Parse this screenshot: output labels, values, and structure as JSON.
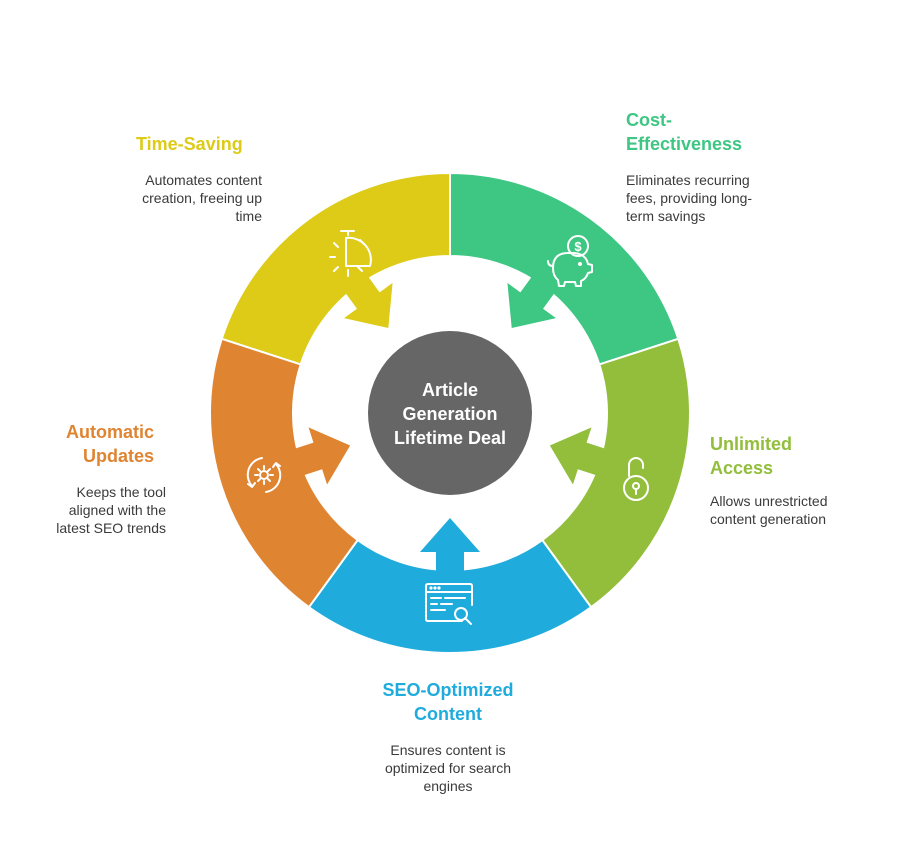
{
  "center": {
    "lines": [
      "Article",
      "Generation",
      "Lifetime Deal"
    ]
  },
  "colors": {
    "time_saving": "#DDCB18",
    "cost_effectiveness": "#3EC683",
    "unlimited_access": "#92BE3B",
    "seo_optimized": "#1FACDC",
    "automatic_updates": "#DF8431",
    "center": "#666666"
  },
  "segments": {
    "time_saving": {
      "title_lines": [
        "Time-Saving"
      ],
      "desc_lines": [
        "Automates content",
        "creation, freeing up",
        "time"
      ],
      "icon": "stopwatch-icon"
    },
    "cost_effectiveness": {
      "title_lines": [
        "Cost-",
        "Effectiveness"
      ],
      "desc_lines": [
        "Eliminates recurring",
        "fees, providing long-",
        "term savings"
      ],
      "icon": "piggy-bank-icon"
    },
    "unlimited_access": {
      "title_lines": [
        "Unlimited",
        "Access"
      ],
      "desc_lines": [
        "Allows unrestricted",
        "content generation"
      ],
      "icon": "unlock-icon"
    },
    "seo_optimized": {
      "title_lines": [
        "SEO-Optimized",
        "Content"
      ],
      "desc_lines": [
        "Ensures content is",
        "optimized for search",
        "engines"
      ],
      "icon": "web-search-icon"
    },
    "automatic_updates": {
      "title_lines": [
        "Automatic",
        "Updates"
      ],
      "desc_lines": [
        "Keeps the tool",
        "aligned with the",
        "latest SEO trends"
      ],
      "icon": "gear-refresh-icon"
    }
  }
}
